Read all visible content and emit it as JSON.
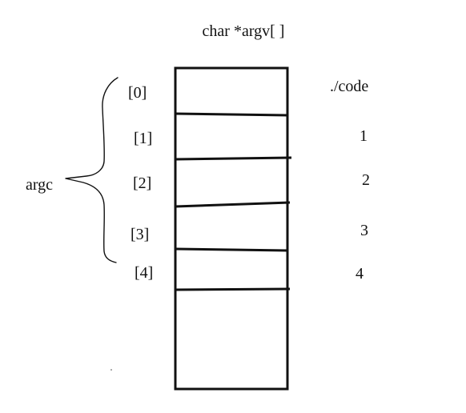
{
  "diagram": {
    "title": "char *argv[ ]",
    "argc_label": "argc",
    "indices": [
      "[0]",
      "[1]",
      "[2]",
      "[3]",
      "[4]"
    ],
    "values": [
      "./code",
      "1",
      "2",
      "3",
      "4"
    ],
    "colors": {
      "ink": "#111111",
      "background": "#ffffff"
    }
  }
}
